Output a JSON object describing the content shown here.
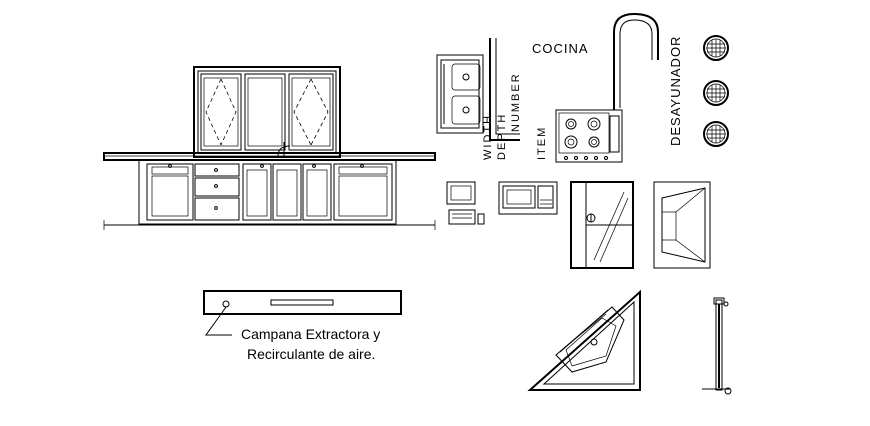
{
  "labels": {
    "kitchen": "COCINA",
    "breakfast_bar": "DESAYUNADOR",
    "attr_width": "WIDTH",
    "attr_depth": "DEPTH",
    "attr_number": "NUMBER",
    "attr_item": "ITEM",
    "hood_caption_line1": "Campana Extractora y",
    "hood_caption_line2": "Recirculante de aire."
  },
  "colors": {
    "line": "#000000",
    "background": "#ffffff"
  }
}
